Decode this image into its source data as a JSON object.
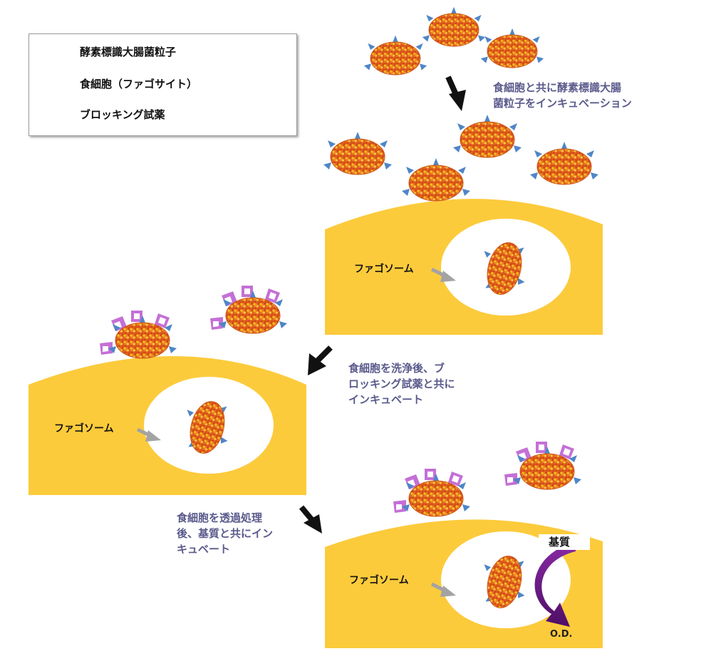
{
  "legend": {
    "bacteria_label": "酵素標識大腸菌粒子",
    "phagocyte_label": "食細胞（ファゴサイト）",
    "blocking_label": "ブロッキング試薬"
  },
  "steps": {
    "step1_line1": "食細胞と共に酵素標識大腸",
    "step1_line2": "菌粒子をインキュベーション",
    "step2_line1": "食細胞を洗浄後、ブ",
    "step2_line2": "ロッキング試薬と共に",
    "step2_line3": "インキュベート",
    "step3_line1": "食細胞を透過処理",
    "step3_line2": "後、基質と共にイン",
    "step3_line3": "キュベート"
  },
  "phagosome_label": "ファゴソーム",
  "substrate_label": "基質",
  "od_label": "O.D.",
  "colors": {
    "cell": "#fccb3c",
    "bacteria": "#e8661a",
    "bacteria_speckle": "#f7c21a",
    "antigen": "#4f86c6",
    "blocking": "#c46fd6",
    "arrow": "#111111",
    "pointer": "#a3a3a3",
    "substrate_arrow": "#6a1b84",
    "step_text": "#5a5a8c"
  }
}
